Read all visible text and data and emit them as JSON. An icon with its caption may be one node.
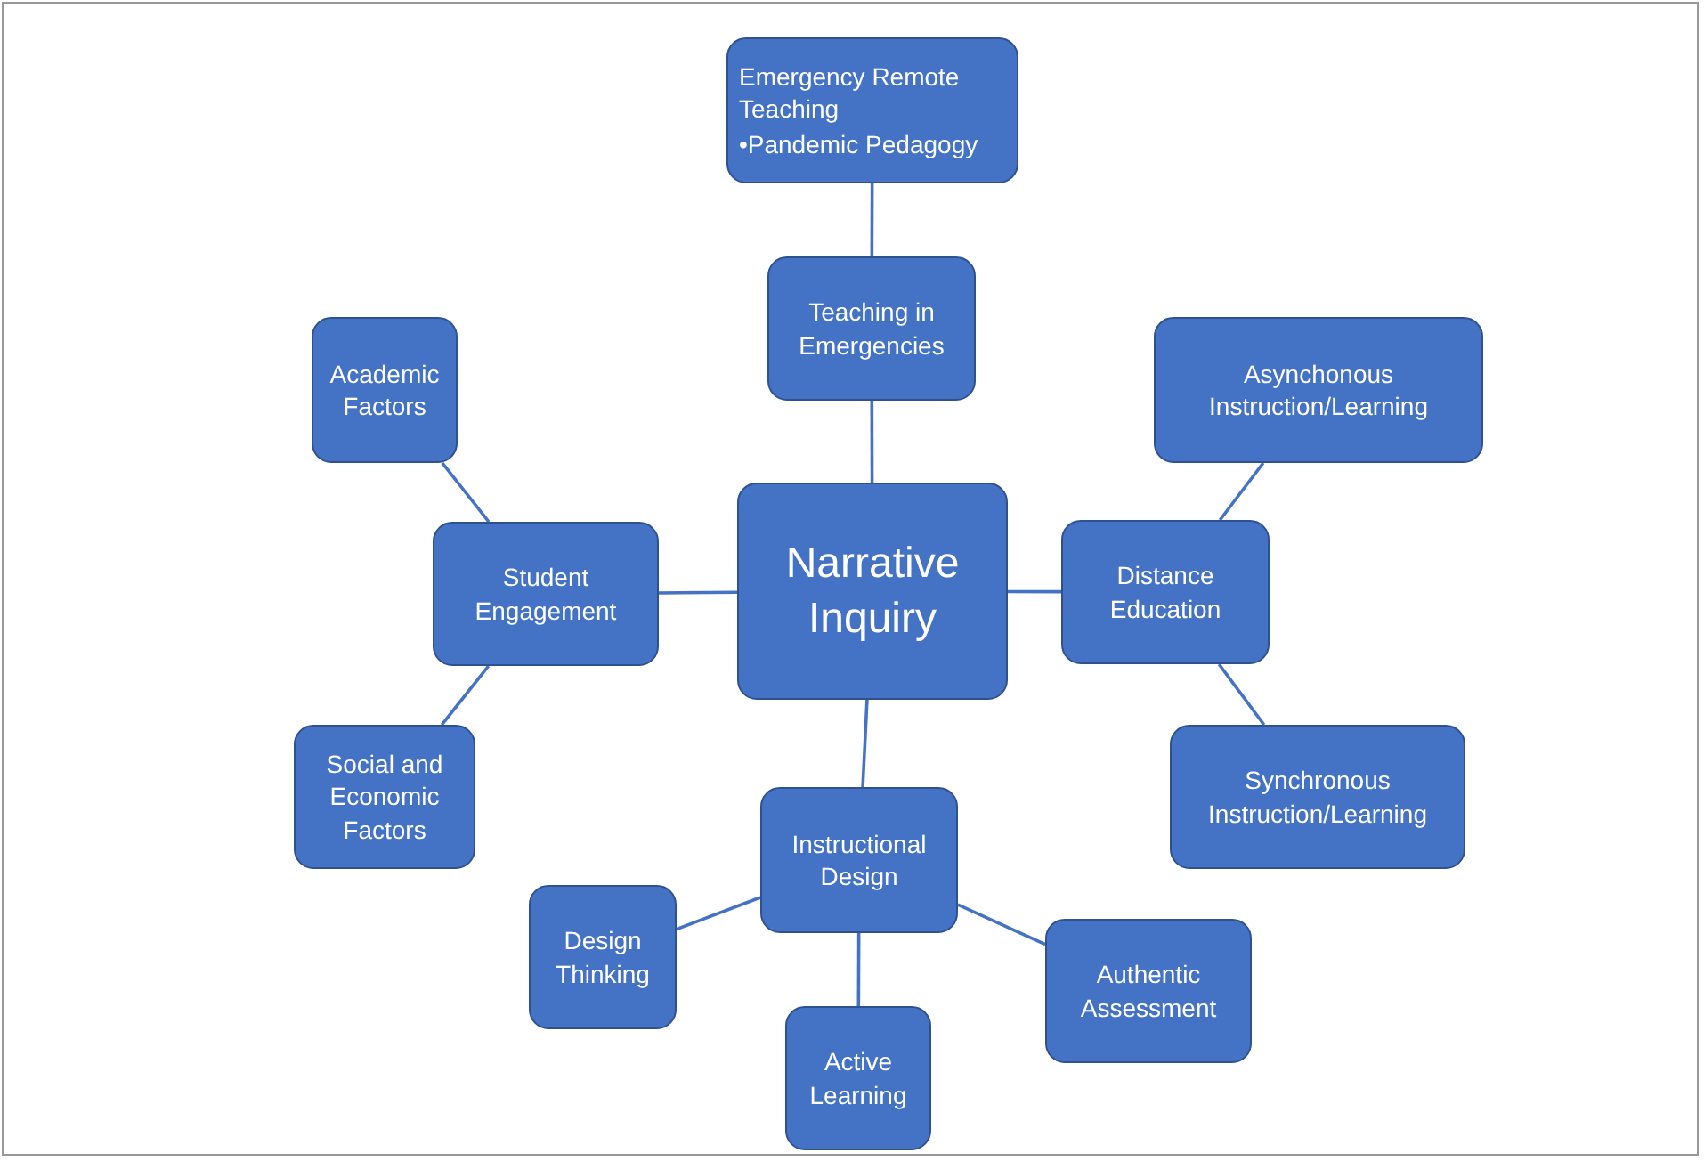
{
  "diagram": {
    "nodes": [
      {
        "text": [
          "Narrative Inquiry"
        ]
      },
      {
        "text": [
          "Teaching in Emergencies"
        ]
      },
      {
        "text": [
          "Emergency Remote Teaching",
          "•Pandemic Pedagogy"
        ]
      },
      {
        "text": [
          "Academic Factors"
        ]
      },
      {
        "text": [
          "Student Engagement"
        ]
      },
      {
        "text": [
          "Social and Economic Factors"
        ]
      },
      {
        "text": [
          "Distance Education"
        ]
      },
      {
        "text": [
          "Asynchonous Instruction/Learning"
        ]
      },
      {
        "text": [
          "Synchronous Instruction/Learning"
        ]
      },
      {
        "text": [
          "Instructional Design"
        ]
      },
      {
        "text": [
          "Design Thinking"
        ]
      },
      {
        "text": [
          "Active Learning"
        ]
      },
      {
        "text": [
          "Authentic Assessment"
        ]
      }
    ],
    "edges": [
      {
        "from": 1,
        "to": 2,
        "arrow": "none"
      },
      {
        "from": 0,
        "to": 1,
        "arrow": "none"
      },
      {
        "from": 0,
        "to": 4,
        "arrow": "none"
      },
      {
        "from": 4,
        "to": 3,
        "arrow": "none"
      },
      {
        "from": 4,
        "to": 5,
        "arrow": "none"
      },
      {
        "from": 0,
        "to": 6,
        "arrow": "none"
      },
      {
        "from": 6,
        "to": 7,
        "arrow": "none"
      },
      {
        "from": 6,
        "to": 8,
        "arrow": "none"
      },
      {
        "from": 0,
        "to": 9,
        "arrow": "none"
      },
      {
        "from": 9,
        "to": 10,
        "arrow": "none"
      },
      {
        "from": 9,
        "to": 11,
        "arrow": "none"
      },
      {
        "from": 9,
        "to": 12,
        "arrow": "none"
      }
    ]
  }
}
